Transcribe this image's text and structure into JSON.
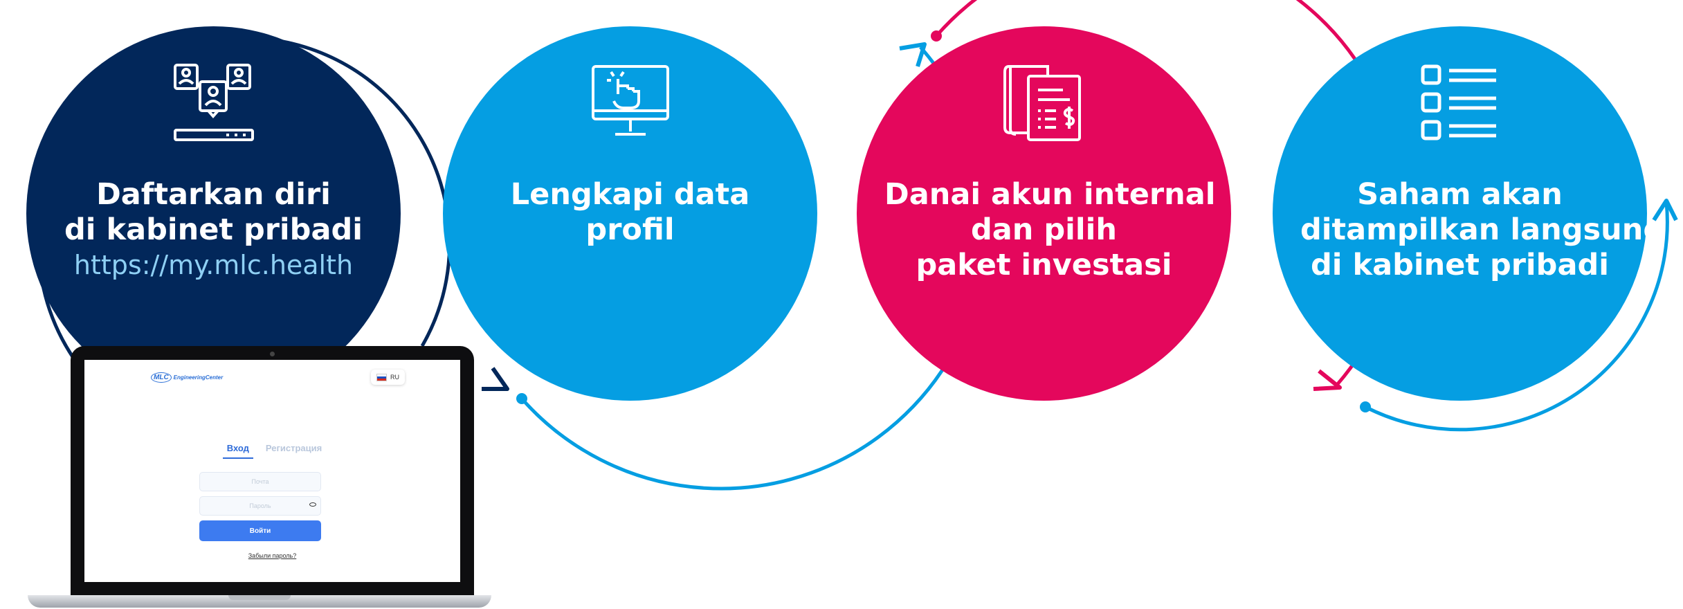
{
  "steps": [
    {
      "icon": "users-network-icon",
      "lines": [
        "Daftarkan diri",
        "di kabinet pribadi"
      ],
      "url": "https://my.mlc.health",
      "color": "#02275a"
    },
    {
      "icon": "touch-monitor-icon",
      "lines": [
        "Lengkapi data",
        "profil"
      ],
      "color": "#059ee2"
    },
    {
      "icon": "invoice-dollar-icon",
      "lines": [
        "Danai akun internal",
        "dan pilih",
        "paket investasi"
      ],
      "color": "#e4075c"
    },
    {
      "icon": "checklist-icon",
      "lines": [
        "Saham akan",
        "ditampilkan langsung",
        "di kabinet pribadi"
      ],
      "color": "#059ee2"
    }
  ],
  "laptop_screen": {
    "logo_mark": "MLC",
    "logo_name": "EngineeringCenter",
    "language": "RU",
    "tab_login": "Вход",
    "tab_register": "Регистрация",
    "email_placeholder": "Почта",
    "password_placeholder": "Пароль",
    "login_button": "Войти",
    "forgot_link": "Забыли пароль?"
  }
}
